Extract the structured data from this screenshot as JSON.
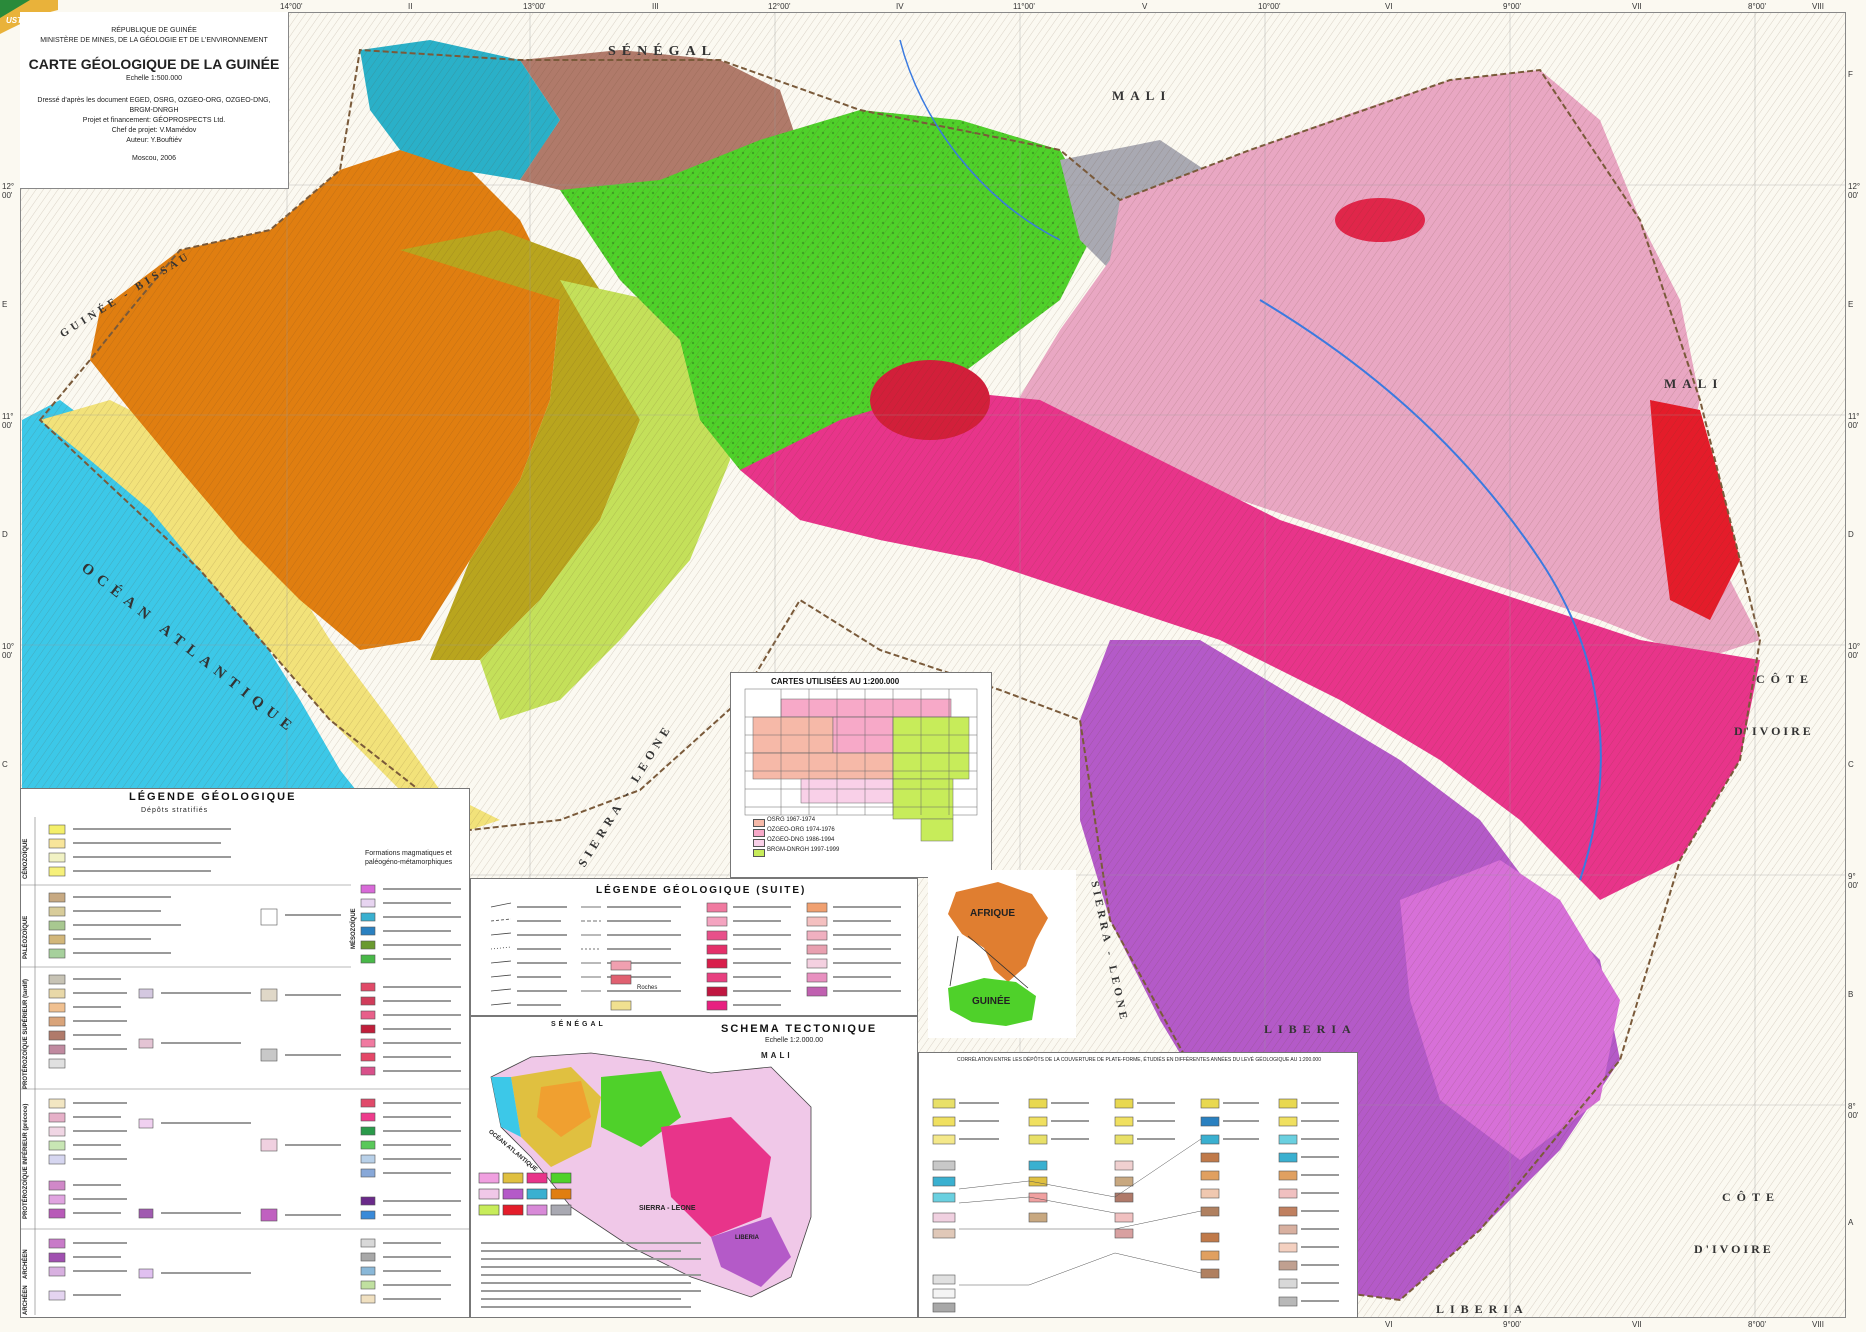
{
  "title_block": {
    "republic": "RÉPUBLIQUE DE GUINÉE",
    "ministry": "MINISTÈRE DE MINES, DE LA GÉOLOGIE ET DE L'ENVIRONNEMENT",
    "title": "CARTE GÉOLOGIQUE DE LA GUINÉE",
    "scale": "Echelle  1:500.000",
    "source_line1": "Dressé d'après les document EGED, OSRG, OZGEO-ORG, OZGEO-DNG,",
    "source_line2": "BRGM-DNRGH",
    "project": "Projet et financement: GÉOPROSPECTS Ltd.",
    "chief": "Chef de projet: V.Mamédov",
    "author": "Auteur:          Y.Bouftiév",
    "place_date": "Moscou, 2006"
  },
  "logo_text": "USTICE",
  "top_ticks": [
    "14°00'",
    "II",
    "13°00'",
    "III",
    "12°00'",
    "IV",
    "11°00'",
    "V",
    "10°00'",
    "VI",
    "9°00'",
    "VII",
    "8°00'",
    "VIII"
  ],
  "bottom_ticks": [
    "VI",
    "9°00'",
    "VII",
    "8°00'",
    "VIII"
  ],
  "left_ticks": [
    "12° 00'",
    "E",
    "11° 00'",
    "D",
    "10° 00'",
    "C"
  ],
  "right_ticks": [
    "F",
    "12° 00'",
    "E",
    "11° 00'",
    "D",
    "10° 00'",
    "C",
    "9° 00'",
    "B",
    "8° 00'",
    "A"
  ],
  "countries": {
    "senegal": "SÉNÉGAL",
    "mali_top": "MALI",
    "mali_right": "MALI",
    "guinee_bissau": "GUINÉE - BISSAU",
    "ocean": "OCÉAN ATLANTIQUE",
    "sierra_leone_1": "SIERRA - LEONE",
    "sierra_leone_2": "SIERRA - LEONE",
    "liberia_1": "LIBERIA",
    "liberia_2": "LIBERIA",
    "cote_ivoire_1a": "CÔTE",
    "cote_ivoire_1b": "D'IVOIRE",
    "cote_ivoire_2a": "CÔTE",
    "cote_ivoire_2b": "D'IVOIRE"
  },
  "cartes": {
    "title": "CARTES UTILISÉES AU 1:200.000",
    "legend": [
      "OSRG 1967-1974",
      "OZGEO-ORG 1974-1976",
      "OZGEO-DNG 1986-1994",
      "BRGM-DNRGH 1997-1999"
    ],
    "legend_colors": [
      "#f6b9a8",
      "#f7a9c8",
      "#f9d0e8",
      "#c7ec5a"
    ]
  },
  "afrique": {
    "africa_label": "AFRIQUE",
    "guinee_label": "GUINÉE"
  },
  "legende": {
    "title": "LÉGENDE GÉOLOGIQUE",
    "subtitle": "Dépôts stratifiés",
    "eras": [
      "CÉNOZOÏQUE",
      "PALÉOZOÏQUE",
      "PROTÉROZOÏQUE SUPÉRIEUR (tardif)",
      "PROTÉROZOÏQUE INFÉRIEUR (précoce)",
      "ARCHÉEN",
      "ARCHÉEN"
    ],
    "magmatic_title": "Formations magmatiques et paléogéno-métamorphiques",
    "mesozoique": "MÉSOZOÏQUE"
  },
  "legende_suite": {
    "title": "LÉGENDE GÉOLOGIQUE (SUITE)",
    "roches": "Roches"
  },
  "schema": {
    "title": "SCHEMA TECTONIQUE",
    "scale": "Echelle 1:2.000.00",
    "senegal": "SÉNÉGAL",
    "mali": "MALI",
    "ocean": "OCÉAN ATLANTIQUE",
    "sierra": "SIERRA - LEONE",
    "liberia": "LIBERIA"
  },
  "correlation": {
    "title": "CORRÉLATION ENTRE LES DÉPÔTS DE LA COUVERTURE DE PLATE-FORME, ÉTUDIÉS EN DIFFÉRENTES ANNÉES DU LEVÉ GÉOLOGIQUE AU 1:200.000"
  },
  "colors": {
    "ocean": "#3cc8e8",
    "orange": "#e07e10",
    "olive": "#b9a51e",
    "green": "#4fd12a",
    "magenta": "#e8348a",
    "pink": "#e9a7c3",
    "violet": "#b45ac8",
    "red": "#e41c2a"
  }
}
